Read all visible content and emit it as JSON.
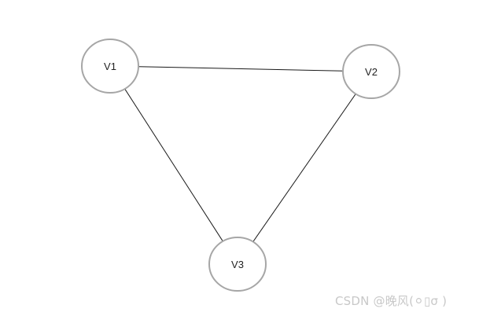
{
  "graph": {
    "nodes": [
      {
        "id": "V1",
        "label": "V1"
      },
      {
        "id": "V2",
        "label": "V2"
      },
      {
        "id": "V3",
        "label": "V3"
      }
    ],
    "edges": [
      {
        "from": "V1",
        "to": "V2"
      },
      {
        "from": "V1",
        "to": "V3"
      },
      {
        "from": "V2",
        "to": "V3"
      }
    ]
  },
  "watermark": {
    "text": "CSDN @晚风(⚪▯σ )"
  },
  "colors": {
    "node_border": "#a6a6a6",
    "edge": "#1a1a1a",
    "watermark": "#c8c8c8",
    "background": "#ffffff"
  }
}
